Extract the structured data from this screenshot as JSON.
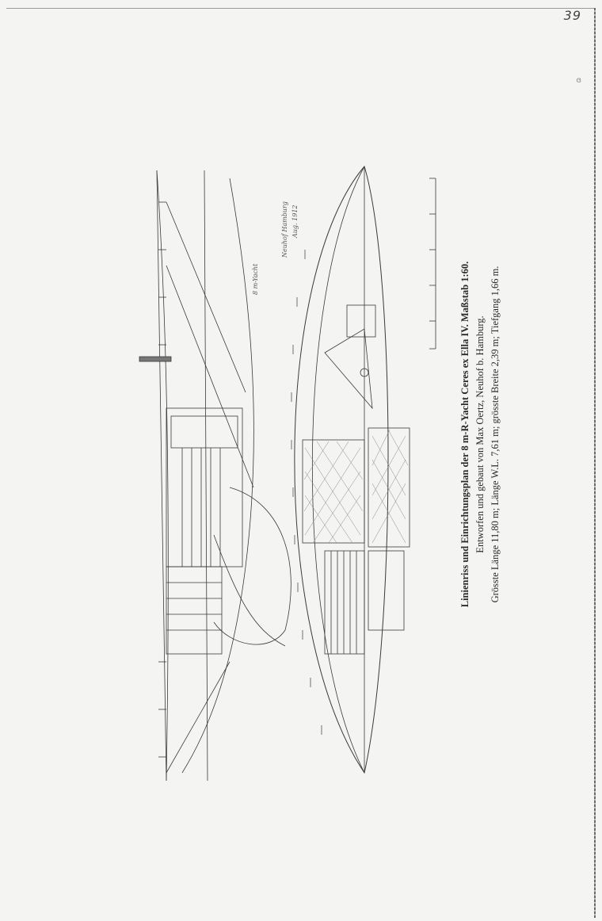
{
  "page": {
    "number": "39",
    "corner_mark": "ɞ"
  },
  "caption": {
    "line1": "Linienriss und Einrichtungsplan der 8 m-R-Yacht Ceres ex Ella IV.   Maßstab 1:60.",
    "line2": "Entworfen und gebaut von Max Oertz, Neuhof b. Hamburg.",
    "line3": "Grösste Länge 11,80 m; Länge W.L. 7,61 m; grösste Breite 2,39 m; Tiefgang 1,66 m."
  },
  "handwritten": {
    "note1": "8 m-Yacht",
    "note2": "Neuhof Hamburg",
    "note3": "Aug. 1912"
  },
  "colors": {
    "paper": "#f4f4f2",
    "ink": "#2a2a2a",
    "border": "#6a6a68"
  }
}
